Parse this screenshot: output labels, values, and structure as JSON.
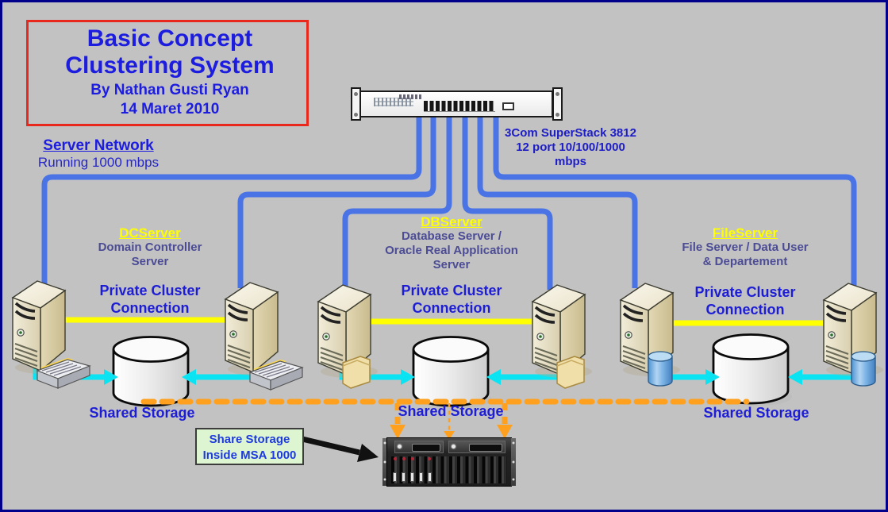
{
  "diagram": {
    "title": {
      "line1": "Basic Concept",
      "line2": "Clustering System",
      "author": "By Nathan Gusti Ryan",
      "date": "14 Maret 2010"
    },
    "server_network": {
      "title": "Server Network",
      "subtitle": "Running 1000 mbps"
    },
    "switch": {
      "icon": "network-switch-icon",
      "label_lines": [
        "3Com SuperStack 3812",
        "12 port 10/100/1000",
        "mbps"
      ]
    },
    "clusters": [
      {
        "name": "DCServer",
        "description_lines": [
          "Domain Controller",
          "Server"
        ],
        "connection_lines": [
          "Private Cluster",
          "Connection"
        ],
        "storage_label": "Shared Storage",
        "server_icon": "tower-server-icon",
        "storage_icon": "disk-cylinder-icon"
      },
      {
        "name": "DBServer",
        "description_lines": [
          "Database Server /",
          "Oracle Real Application",
          "Server"
        ],
        "connection_lines": [
          "Private Cluster",
          "Connection"
        ],
        "storage_label": "Shared Storage",
        "server_icon": "tower-server-icon",
        "storage_icon": "disk-cylinder-icon"
      },
      {
        "name": "FileServer",
        "description_lines": [
          "File Server / Data User",
          "& Departement"
        ],
        "connection_lines": [
          "Private Cluster",
          "Connection"
        ],
        "storage_label": "Shared Storage",
        "server_icon": "tower-server-icon",
        "storage_icon": "disk-cylinder-icon"
      }
    ],
    "callout": {
      "line1": "Share Storage",
      "line2": "Inside MSA 1000",
      "target_icon": "storage-array-msa1000-icon"
    },
    "colors": {
      "background": "#c2c2c2",
      "outer_border": "#00008b",
      "title_border": "#e8281c",
      "title_text": "#1d1de0",
      "cluster_name_text": "#ffff00",
      "description_text": "#4c4c96",
      "network_line_blue": "#4a74e6",
      "private_cluster_line_yellow": "#ffff00",
      "storage_line_cyan": "#0ae4f2",
      "msa_line_orange": "#ffa11e",
      "callout_background": "#def5d2"
    }
  }
}
